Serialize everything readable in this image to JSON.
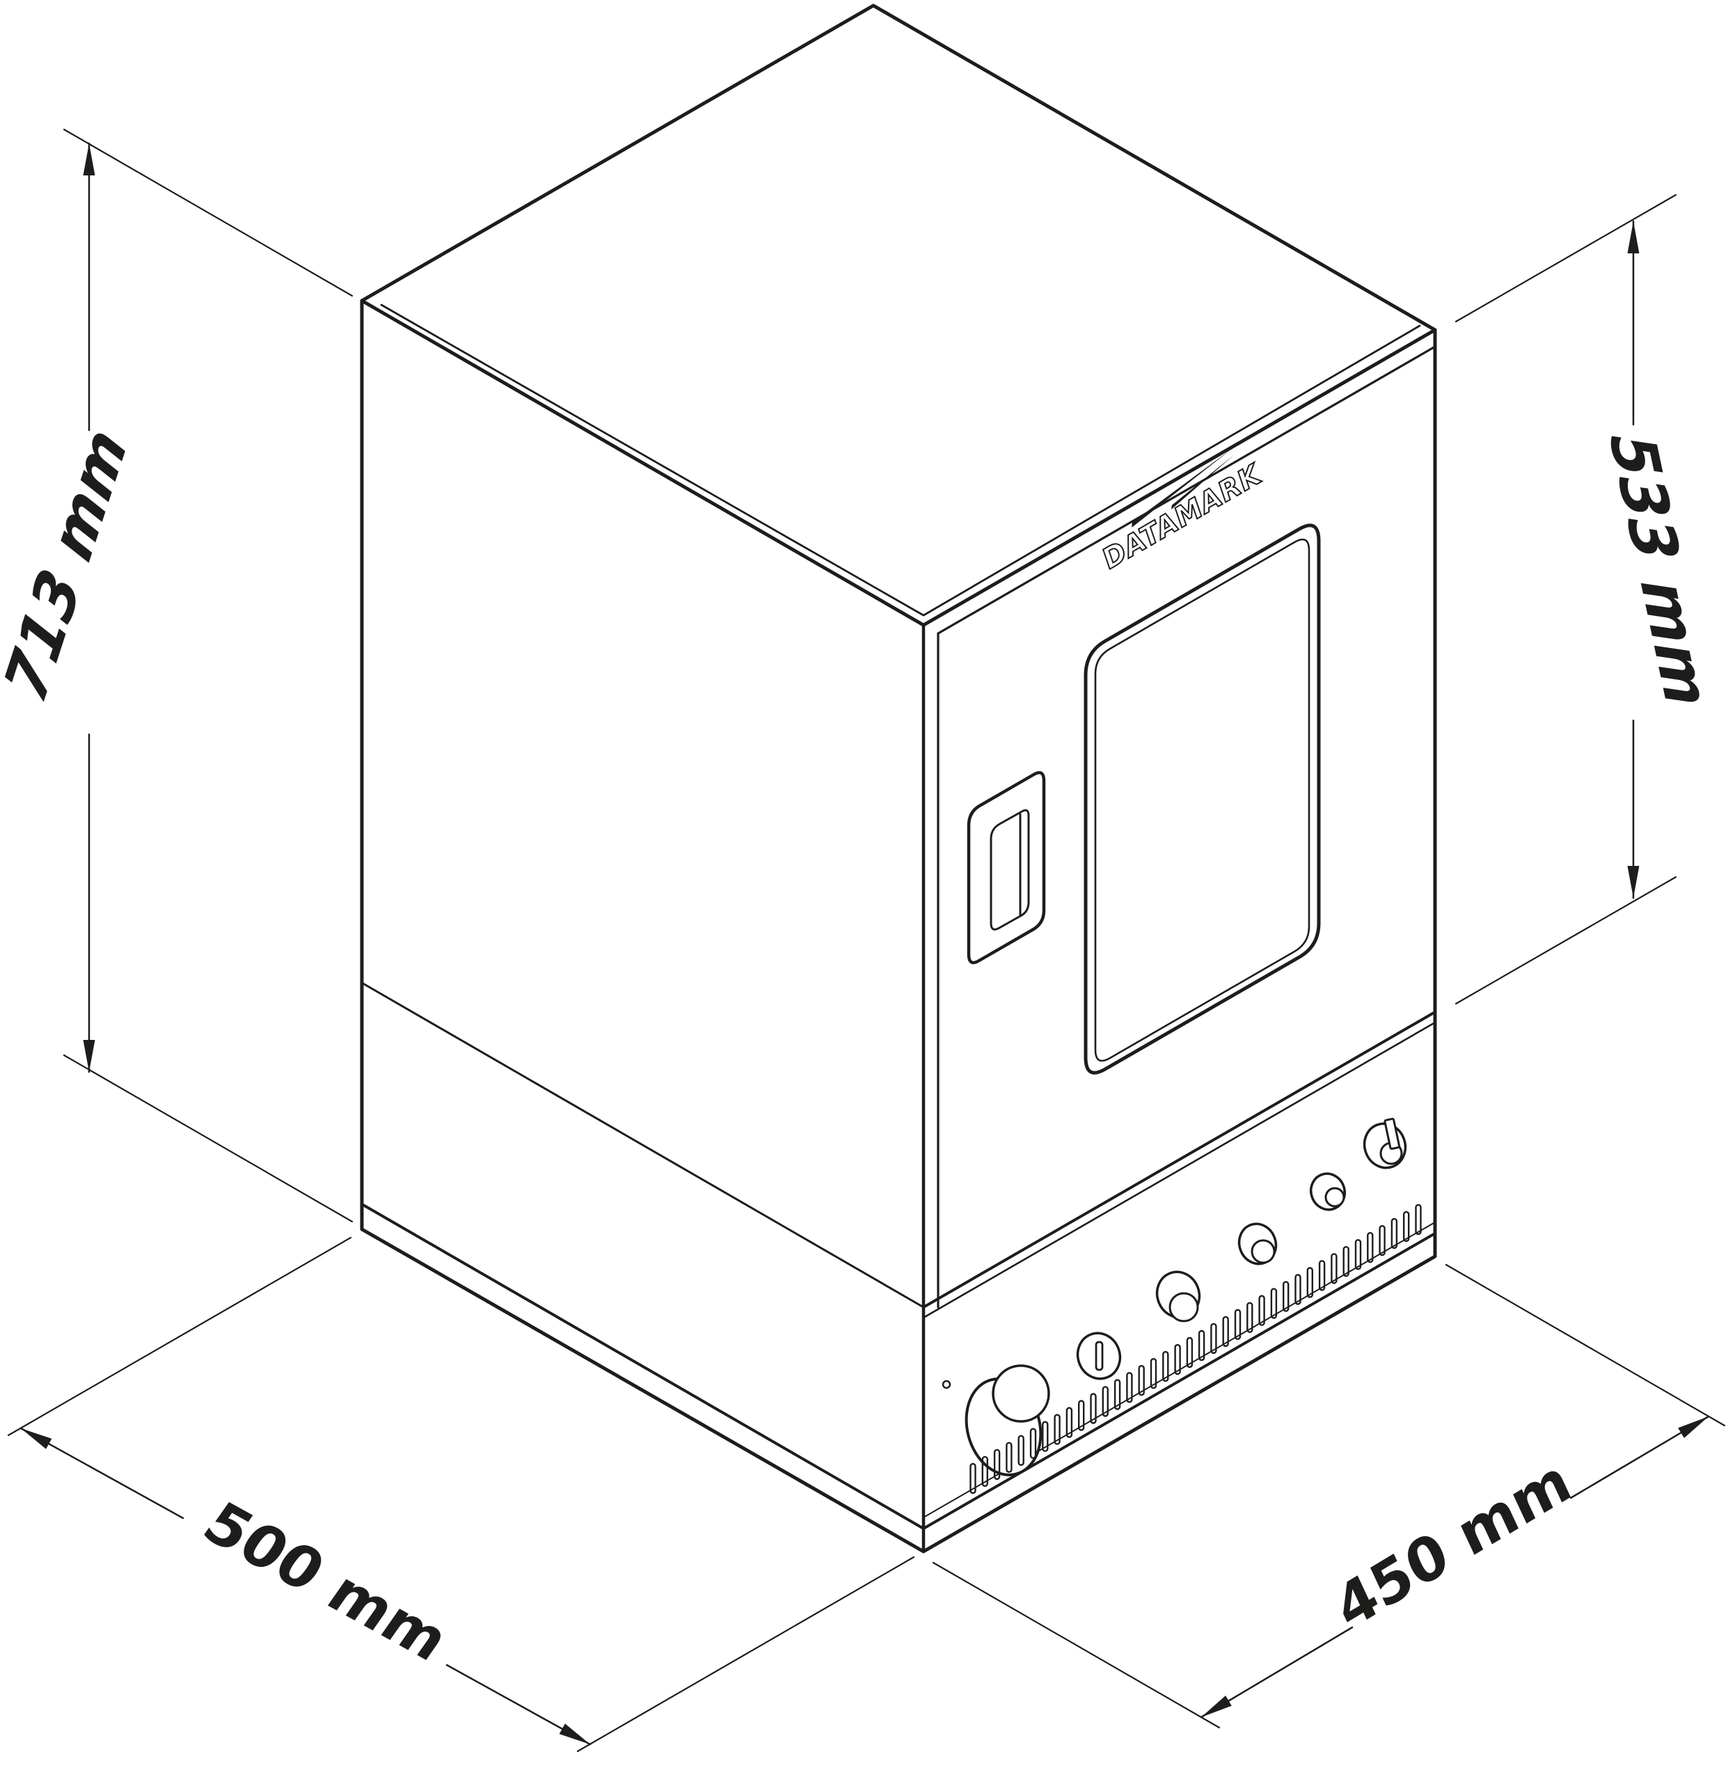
{
  "machine": {
    "brand_logo": "DATAMARK",
    "description_parts": {
      "door_window": "door-window",
      "door_handle": "door-handle",
      "control_panel": "control-panel"
    }
  },
  "dimensions": {
    "height": {
      "label": "713 mm"
    },
    "door_height": {
      "label": "533 mm"
    },
    "depth": {
      "label": "500 mm"
    },
    "width": {
      "label": "450 mm"
    }
  },
  "panel": {
    "vent_count": 38,
    "knob_count": 6
  },
  "colors": {
    "line": "#1d1d1b",
    "background": "#ffffff"
  }
}
